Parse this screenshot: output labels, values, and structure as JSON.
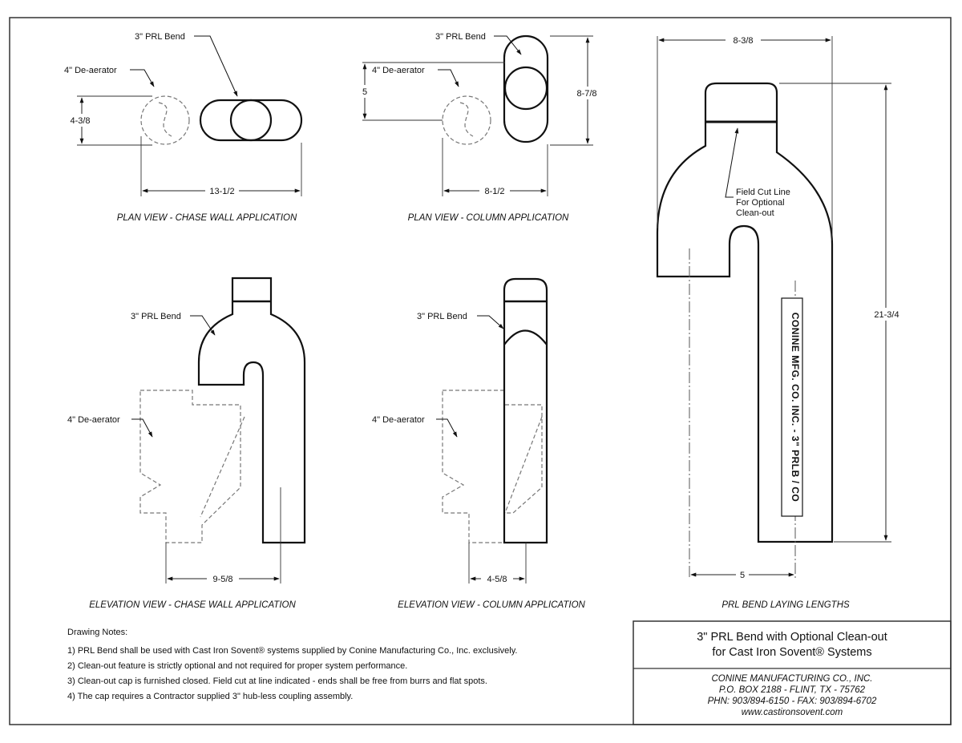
{
  "plan_chase": {
    "caption": "PLAN VIEW - CHASE WALL APPLICATION",
    "bend_label": "3\" PRL Bend",
    "deaerator_label": "4\" De-aerator",
    "dim_width": "13-1/2",
    "dim_height": "4-3/8"
  },
  "plan_column": {
    "caption": "PLAN VIEW - COLUMN APPLICATION",
    "bend_label": "3\" PRL Bend",
    "deaerator_label": "4\" De-aerator",
    "dim_width": "8-1/2",
    "dim_height": "8-7/8",
    "dim_offset": "5"
  },
  "elev_chase": {
    "caption": "ELEVATION VIEW - CHASE WALL APPLICATION",
    "bend_label": "3\" PRL Bend",
    "deaerator_label": "4\" De-aerator",
    "dim_width": "9-5/8"
  },
  "elev_column": {
    "caption": "ELEVATION VIEW - COLUMN APPLICATION",
    "bend_label": "3\" PRL Bend",
    "deaerator_label": "4\" De-aerator",
    "dim_width": "4-5/8"
  },
  "laying": {
    "caption": "PRL BEND LAYING LENGTHS",
    "dim_top": "8-3/8",
    "dim_height": "21-3/4",
    "dim_bottom": "5",
    "cut_line_label": [
      "Field Cut Line",
      "For Optional",
      "Clean-out"
    ],
    "marking": "CONINE MFG. CO. INC. - 3\" PRLB / CO"
  },
  "notes": {
    "heading": "Drawing Notes:",
    "items": [
      "1) PRL Bend shall be used with Cast Iron Sovent® systems supplied by Conine Manufacturing Co., Inc. exclusively.",
      "2) Clean-out feature is strictly optional and not required for proper system performance.",
      "3) Clean-out cap is furnished closed.  Field cut at line indicated - ends shall be free from burrs and flat spots.",
      "4) The cap requires a Contractor supplied 3\" hub-less coupling assembly."
    ]
  },
  "title_block": {
    "title_line1": "3\" PRL Bend with Optional Clean-out",
    "title_line2": "for Cast Iron Sovent® Systems",
    "company": "CONINE MANUFACTURING CO., INC.",
    "address": "P.O. BOX 2188  -  FLINT, TX  -  75762",
    "phone": "PHN: 903/894-6150  -  FAX: 903/894-6702",
    "website": "www.castironsovent.com"
  }
}
